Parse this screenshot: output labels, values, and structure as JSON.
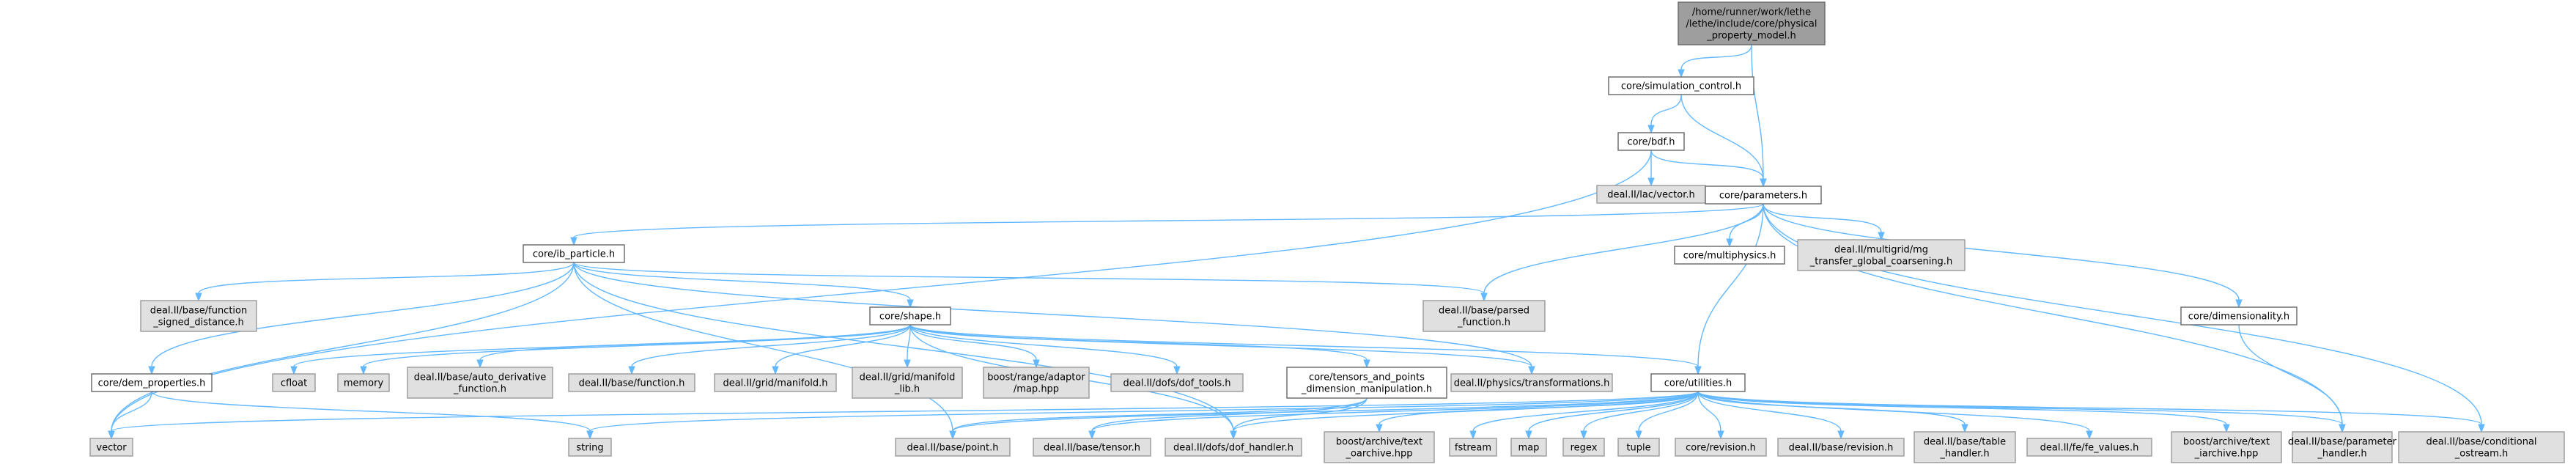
{
  "graph": {
    "accent": "#63b8ff",
    "nodes": [
      {
        "id": "root",
        "kind": "root",
        "lines": [
          "/home/runner/work/lethe",
          "/lethe/include/core/physical",
          "_property_model.h"
        ]
      },
      {
        "id": "simctl",
        "kind": "local",
        "lines": [
          "core/simulation_control.h"
        ]
      },
      {
        "id": "bdf",
        "kind": "local",
        "lines": [
          "core/bdf.h"
        ]
      },
      {
        "id": "lacvec",
        "kind": "ext",
        "lines": [
          "deal.II/lac/vector.h"
        ]
      },
      {
        "id": "params",
        "kind": "local",
        "lines": [
          "core/parameters.h"
        ]
      },
      {
        "id": "ib",
        "kind": "local",
        "lines": [
          "core/ib_particle.h"
        ]
      },
      {
        "id": "multiphysics",
        "kind": "local",
        "lines": [
          "core/multiphysics.h"
        ]
      },
      {
        "id": "mg",
        "kind": "ext",
        "lines": [
          "deal.II/multigrid/mg",
          "_transfer_global_coarsening.h"
        ]
      },
      {
        "id": "fsd",
        "kind": "ext",
        "lines": [
          "deal.II/base/function",
          "_signed_distance.h"
        ]
      },
      {
        "id": "parsedfn",
        "kind": "ext",
        "lines": [
          "deal.II/base/parsed",
          "_function.h"
        ]
      },
      {
        "id": "dimensionality",
        "kind": "local",
        "lines": [
          "core/dimensionality.h"
        ]
      },
      {
        "id": "shape",
        "kind": "local",
        "lines": [
          "core/shape.h"
        ]
      },
      {
        "id": "cfloat",
        "kind": "ext",
        "lines": [
          "cfloat"
        ]
      },
      {
        "id": "memory",
        "kind": "ext",
        "lines": [
          "memory"
        ]
      },
      {
        "id": "autoderiv",
        "kind": "ext",
        "lines": [
          "deal.II/base/auto_derivative",
          "_function.h"
        ]
      },
      {
        "id": "function",
        "kind": "ext",
        "lines": [
          "deal.II/base/function.h"
        ]
      },
      {
        "id": "gridman",
        "kind": "ext",
        "lines": [
          "deal.II/grid/manifold.h"
        ]
      },
      {
        "id": "gridmanlib",
        "kind": "ext",
        "lines": [
          "deal.II/grid/manifold",
          "_lib.h"
        ]
      },
      {
        "id": "boostmap",
        "kind": "ext",
        "lines": [
          "boost/range/adaptor",
          "/map.hpp"
        ]
      },
      {
        "id": "doftools",
        "kind": "ext",
        "lines": [
          "deal.II/dofs/dof_tools.h"
        ]
      },
      {
        "id": "tensors",
        "kind": "local",
        "lines": [
          "core/tensors_and_points",
          "_dimension_manipulation.h"
        ]
      },
      {
        "id": "transf",
        "kind": "ext",
        "lines": [
          "deal.II/physics/transformations.h"
        ]
      },
      {
        "id": "utilities",
        "kind": "local",
        "lines": [
          "core/utilities.h"
        ]
      },
      {
        "id": "dem",
        "kind": "local",
        "lines": [
          "core/dem_properties.h"
        ]
      },
      {
        "id": "vector",
        "kind": "ext",
        "lines": [
          "vector"
        ]
      },
      {
        "id": "string",
        "kind": "ext",
        "lines": [
          "string"
        ]
      },
      {
        "id": "point",
        "kind": "ext",
        "lines": [
          "deal.II/base/point.h"
        ]
      },
      {
        "id": "tensor",
        "kind": "ext",
        "lines": [
          "deal.II/base/tensor.h"
        ]
      },
      {
        "id": "dofhandler",
        "kind": "ext",
        "lines": [
          "deal.II/dofs/dof_handler.h"
        ]
      },
      {
        "id": "toarchive",
        "kind": "ext",
        "lines": [
          "boost/archive/text",
          "_oarchive.hpp"
        ]
      },
      {
        "id": "fstream",
        "kind": "ext",
        "lines": [
          "fstream"
        ]
      },
      {
        "id": "map",
        "kind": "ext",
        "lines": [
          "map"
        ]
      },
      {
        "id": "regex",
        "kind": "ext",
        "lines": [
          "regex"
        ]
      },
      {
        "id": "tuple",
        "kind": "ext",
        "lines": [
          "tuple"
        ]
      },
      {
        "id": "revision",
        "kind": "ext",
        "lines": [
          "core/revision.h"
        ]
      },
      {
        "id": "dealrev",
        "kind": "ext",
        "lines": [
          "deal.II/base/revision.h"
        ]
      },
      {
        "id": "tablehandler",
        "kind": "ext",
        "lines": [
          "deal.II/base/table",
          "_handler.h"
        ]
      },
      {
        "id": "fevalues",
        "kind": "ext",
        "lines": [
          "deal.II/fe/fe_values.h"
        ]
      },
      {
        "id": "tiarchive",
        "kind": "ext",
        "lines": [
          "boost/archive/text",
          "_iarchive.hpp"
        ]
      },
      {
        "id": "paramhandler",
        "kind": "ext",
        "lines": [
          "deal.II/base/parameter",
          "_handler.h"
        ]
      },
      {
        "id": "condostream",
        "kind": "ext",
        "lines": [
          "deal.II/base/conditional",
          "_ostream.h"
        ]
      }
    ],
    "edges": [
      [
        "root",
        "simctl"
      ],
      [
        "root",
        "params"
      ],
      [
        "simctl",
        "bdf"
      ],
      [
        "simctl",
        "params"
      ],
      [
        "bdf",
        "lacvec"
      ],
      [
        "bdf",
        "params"
      ],
      [
        "bdf",
        "vector"
      ],
      [
        "params",
        "ib"
      ],
      [
        "params",
        "multiphysics"
      ],
      [
        "params",
        "mg"
      ],
      [
        "params",
        "parsedfn"
      ],
      [
        "params",
        "dimensionality"
      ],
      [
        "params",
        "utilities"
      ],
      [
        "params",
        "paramhandler"
      ],
      [
        "params",
        "condostream"
      ],
      [
        "ib",
        "fsd"
      ],
      [
        "ib",
        "parsedfn"
      ],
      [
        "ib",
        "shape"
      ],
      [
        "ib",
        "dem"
      ],
      [
        "ib",
        "vector"
      ],
      [
        "ib",
        "point"
      ],
      [
        "ib",
        "transf"
      ],
      [
        "ib",
        "dofhandler"
      ],
      [
        "dimensionality",
        "paramhandler"
      ],
      [
        "shape",
        "cfloat"
      ],
      [
        "shape",
        "memory"
      ],
      [
        "shape",
        "autoderiv"
      ],
      [
        "shape",
        "function"
      ],
      [
        "shape",
        "gridman"
      ],
      [
        "shape",
        "gridmanlib"
      ],
      [
        "shape",
        "boostmap"
      ],
      [
        "shape",
        "doftools"
      ],
      [
        "shape",
        "tensors"
      ],
      [
        "shape",
        "transf"
      ],
      [
        "shape",
        "utilities"
      ],
      [
        "shape",
        "dofhandler"
      ],
      [
        "tensors",
        "point"
      ],
      [
        "tensors",
        "tensor"
      ],
      [
        "tensors",
        "dofhandler"
      ],
      [
        "dem",
        "vector"
      ],
      [
        "dem",
        "string"
      ],
      [
        "utilities",
        "vector"
      ],
      [
        "utilities",
        "string"
      ],
      [
        "utilities",
        "point"
      ],
      [
        "utilities",
        "tensor"
      ],
      [
        "utilities",
        "dofhandler"
      ],
      [
        "utilities",
        "toarchive"
      ],
      [
        "utilities",
        "fstream"
      ],
      [
        "utilities",
        "map"
      ],
      [
        "utilities",
        "regex"
      ],
      [
        "utilities",
        "tuple"
      ],
      [
        "utilities",
        "revision"
      ],
      [
        "utilities",
        "dealrev"
      ],
      [
        "utilities",
        "tablehandler"
      ],
      [
        "utilities",
        "fevalues"
      ],
      [
        "utilities",
        "tiarchive"
      ],
      [
        "utilities",
        "paramhandler"
      ],
      [
        "utilities",
        "condostream"
      ]
    ]
  }
}
